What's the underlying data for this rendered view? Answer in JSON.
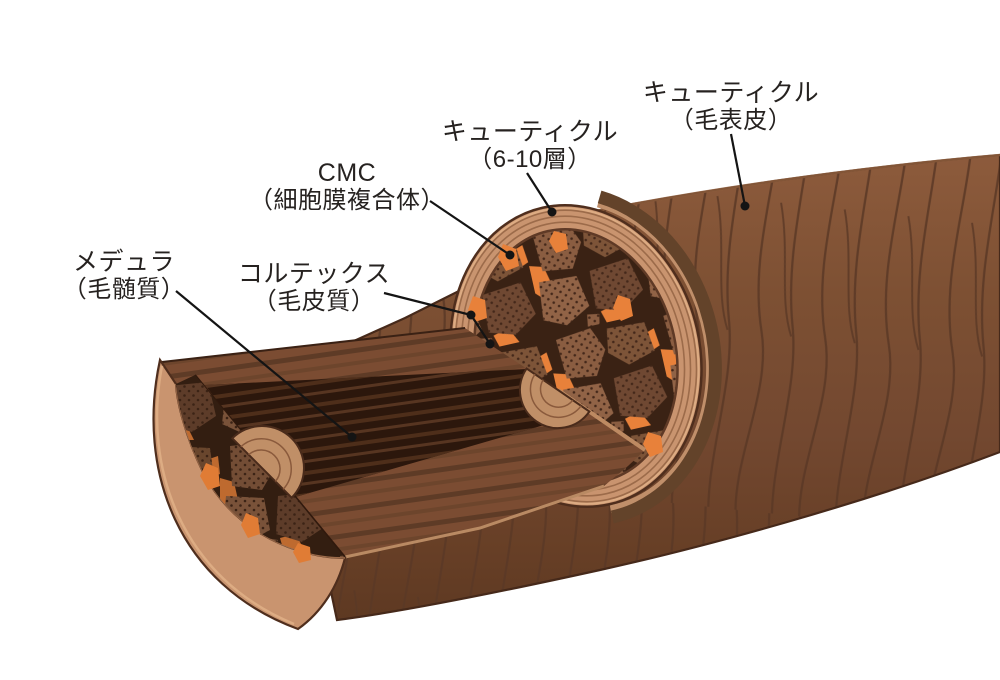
{
  "figure": {
    "subject": "hair shaft cutaway cross-section"
  },
  "labels": {
    "cuticle_surface": {
      "line1": "キューティクル",
      "line2": "（毛表皮）"
    },
    "cuticle_layers": {
      "line1": "キューティクル",
      "line2": "（6-10層）"
    },
    "cmc": {
      "line1": "CMC",
      "line2": "（細胞膜複合体）"
    },
    "medulla": {
      "line1": "メデュラ",
      "line2": "（毛髄質）"
    },
    "cortex": {
      "line1": "コルテックス",
      "line2": "（毛皮質）"
    }
  },
  "colors": {
    "background": "#ffffff",
    "hair_surface_brown": "#7b4c32",
    "scale_line_brown": "#5a3826",
    "cuticle_rim_tan": "#c9946f",
    "cortex_cell_brown": "#7d5438",
    "cmc_orange": "#e8813a",
    "medulla_dark": "#2c170c",
    "medulla_stub_tan": "#c08f67",
    "outline_dark": "#46291a",
    "label_text": "#262220",
    "leader_line": "#141414"
  }
}
